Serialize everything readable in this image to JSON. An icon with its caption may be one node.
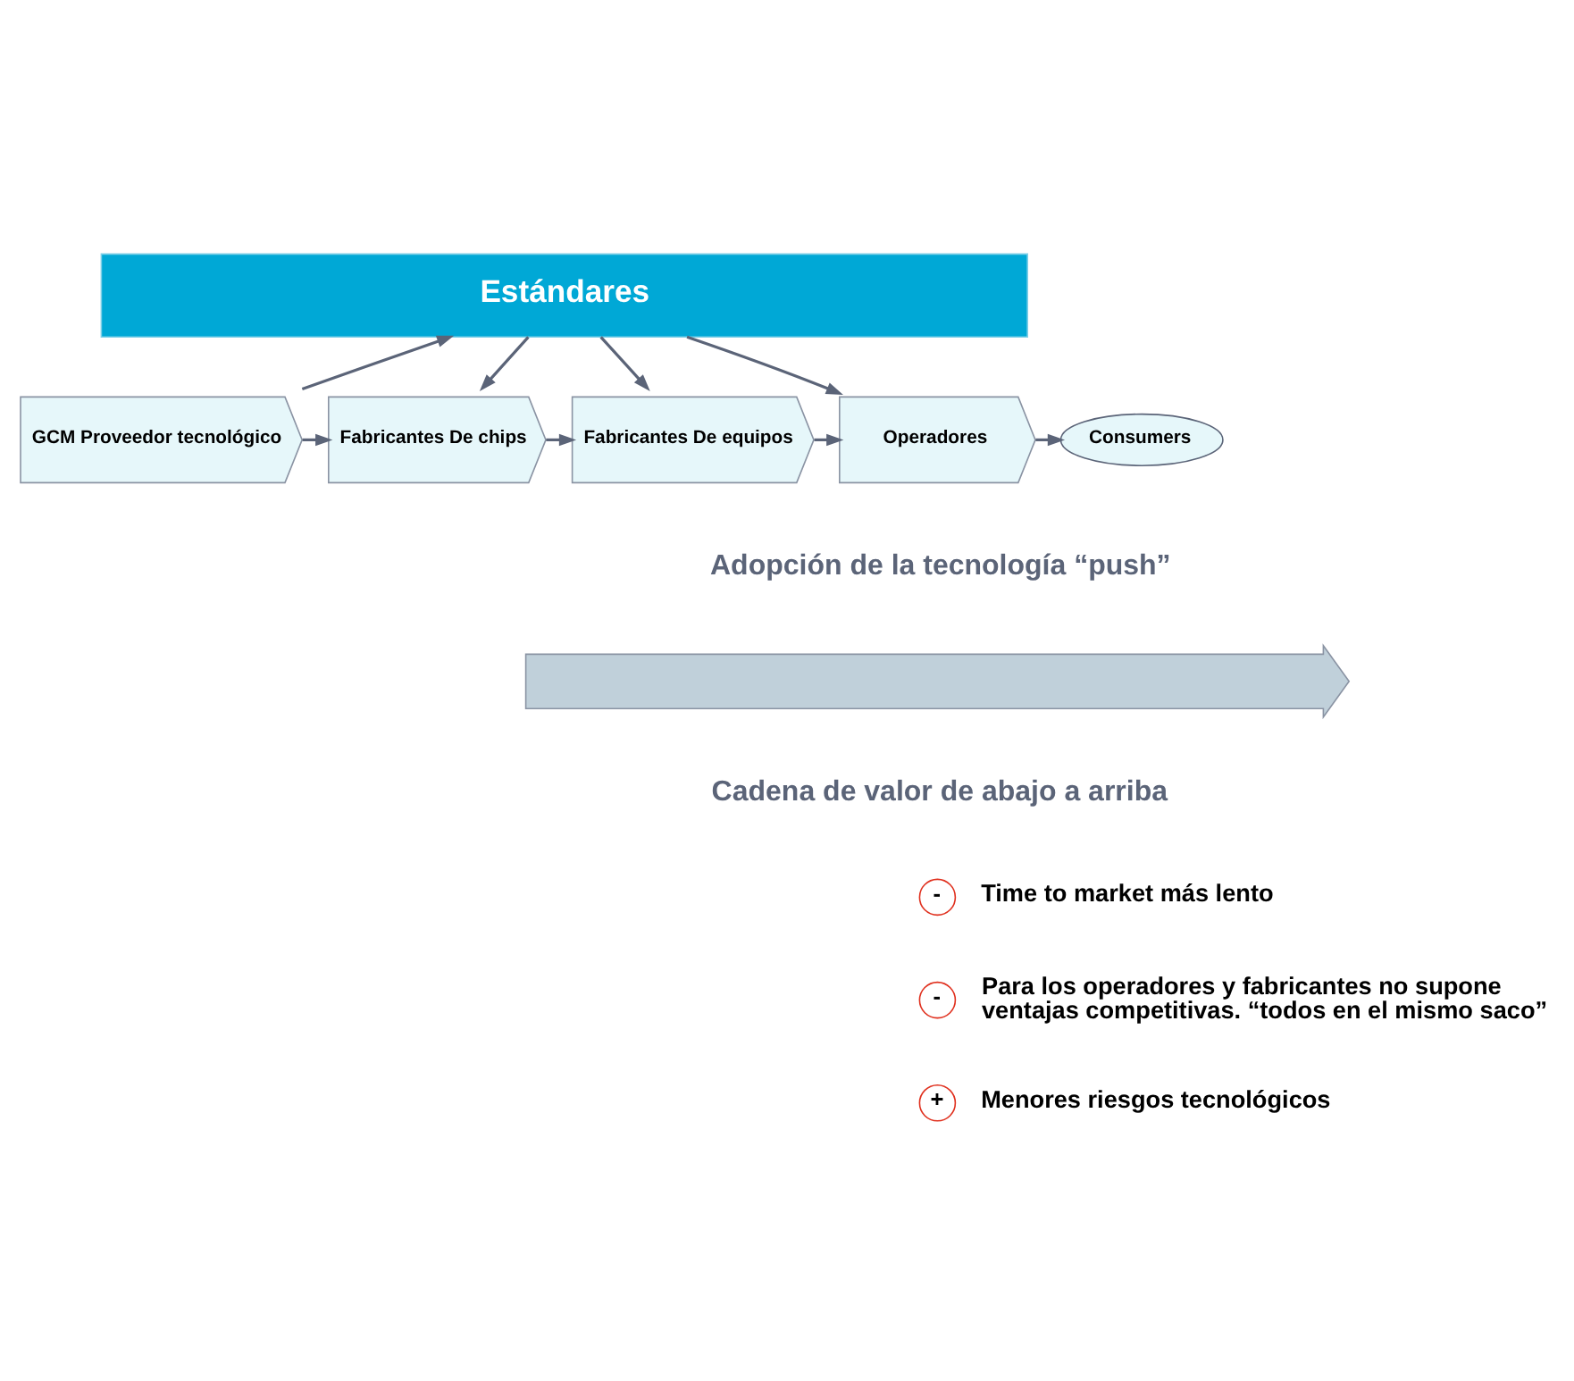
{
  "diagram": {
    "nodes": [
      {
        "text": [
          "Estándares"
        ]
      },
      {
        "text": [
          "GCM Proveedor tecnológico"
        ]
      },
      {
        "text": [
          "Fabricantes De chips"
        ]
      },
      {
        "text": [
          "Fabricantes De equipos"
        ]
      },
      {
        "text": [
          "Operadores"
        ]
      },
      {
        "text": [
          "Consumers"
        ]
      },
      {
        "text": [
          "-"
        ],
        "beside": [
          "Time to market más lento"
        ]
      },
      {
        "text": [
          "-"
        ],
        "beside": [
          "Para los operadores y fabricantes no supone ventajas competitivas. “todos en el mismo saco”"
        ]
      },
      {
        "text": [
          "+"
        ],
        "beside": [
          "Menores riesgos tecnológicos"
        ]
      },
      {
        "text": [],
        "shape": "arrow"
      }
    ],
    "edges": [
      {
        "from": 1,
        "to": 0,
        "arrow": "to"
      },
      {
        "from": 1,
        "to": 2,
        "arrow": "to"
      },
      {
        "from": 0,
        "to": 2,
        "arrow": "to"
      },
      {
        "from": 2,
        "to": 3,
        "arrow": "to"
      },
      {
        "from": 0,
        "to": 3,
        "arrow": "to"
      },
      {
        "from": 3,
        "to": 4,
        "arrow": "to"
      },
      {
        "from": 0,
        "to": 4,
        "arrow": "to"
      },
      {
        "from": 4,
        "to": 5,
        "arrow": "to"
      }
    ],
    "labels": [
      "Adopción de la tecnología “push”",
      "Cadena de valor de abajo a arriba"
    ]
  }
}
